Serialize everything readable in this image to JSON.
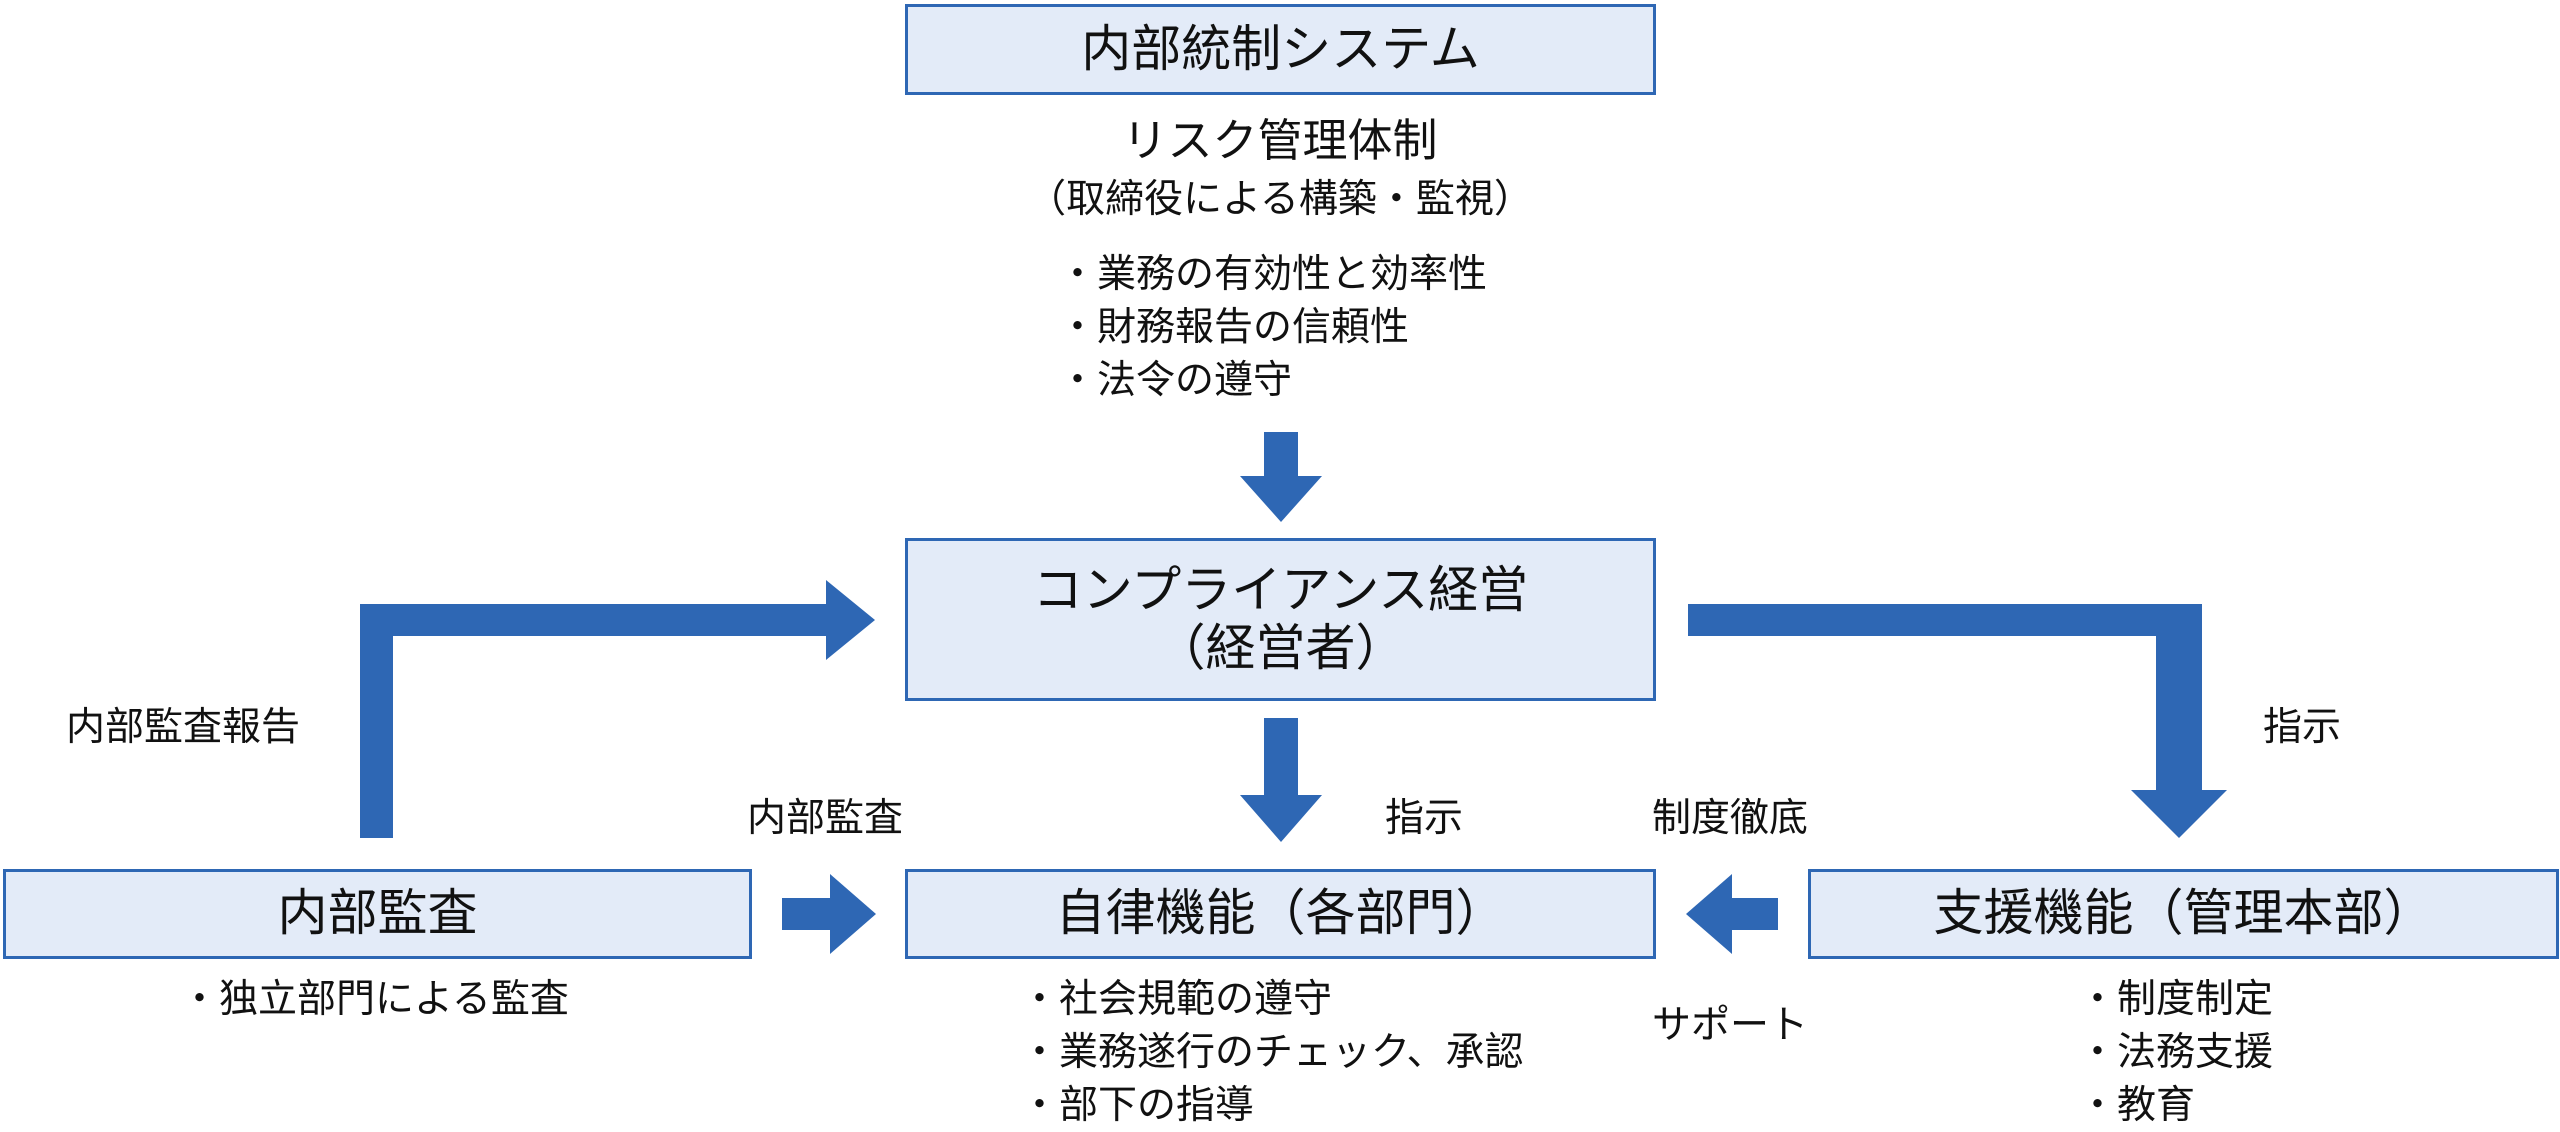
{
  "colors": {
    "box_fill": "#e3ebf8",
    "box_border": "#2e67b4",
    "arrow": "#2e67b4"
  },
  "top_box": {
    "title": "内部統制システム"
  },
  "risk": {
    "title": "リスク管理体制",
    "subtitle": "（取締役による構築・監視）"
  },
  "objectives": [
    "業務の有効性と効率性",
    "財務報告の信頼性",
    "法令の遵守"
  ],
  "compliance_box": {
    "line1": "コンプライアンス経営",
    "line2": "（経営者）"
  },
  "audit_box": {
    "title": "内部監査"
  },
  "autonomy_box": {
    "title": "自律機能（各部門）"
  },
  "support_box": {
    "title": "支援機能（管理本部）"
  },
  "audit_items": [
    "独立部門による監査"
  ],
  "autonomy_items": [
    "社会規範の遵守",
    "業務遂行のチェック、承認",
    "部下の指導"
  ],
  "support_items": [
    "制度制定",
    "法務支援",
    "教育"
  ],
  "labels": {
    "internal_audit_report": "内部監査報告",
    "internal_audit": "内部監査",
    "instruction_center": "指示",
    "instruction_right": "指示",
    "system_enforcement": "制度徹底",
    "support": "サポート"
  }
}
